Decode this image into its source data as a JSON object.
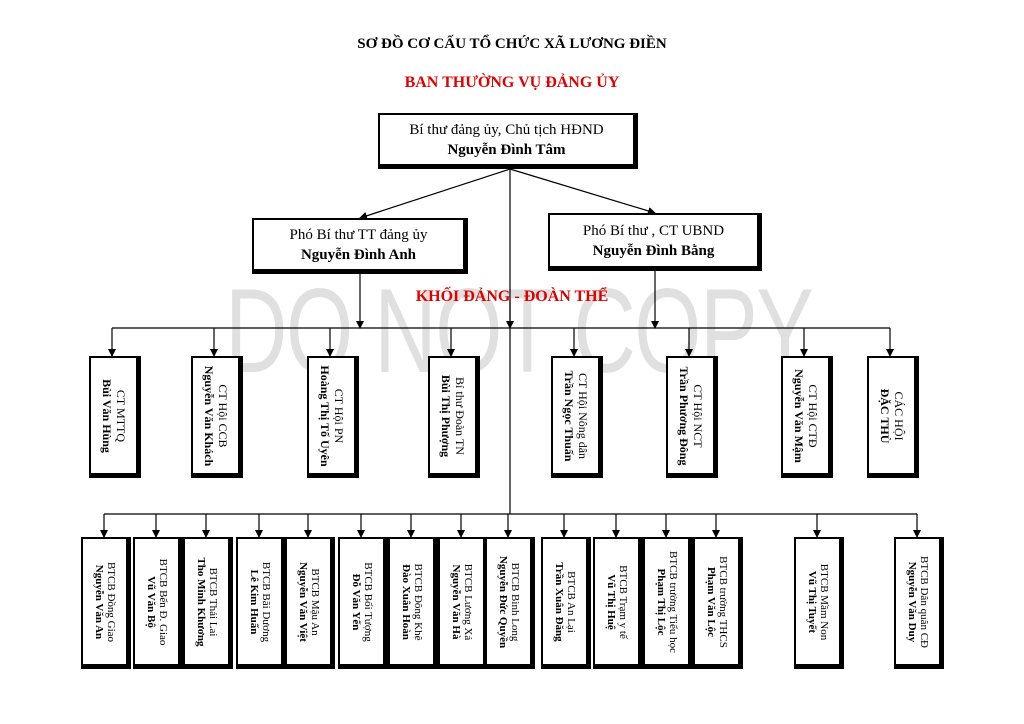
{
  "title": "SƠ ĐỒ CƠ CẤU TỔ CHỨC XÃ LƯƠNG ĐIỀN",
  "subtitle": "BAN THƯỜNG VỤ ĐẢNG ỦY",
  "section_label": "KHỐI ĐẢNG - ĐOÀN THỂ",
  "watermark": "DO NOT COPY",
  "top_box": {
    "role": "Bí thư đảng ủy, Chủ tịch HĐND",
    "name": "Nguyễn Đình Tâm"
  },
  "deputy_left": {
    "role": "Phó Bí thư TT đảng ủy",
    "name": "Nguyễn Đình Anh"
  },
  "deputy_right": {
    "role": "Phó Bí thư , CT UBND",
    "name": "Nguyễn Đình Bằng"
  },
  "unions": [
    {
      "role": "CT MTTQ",
      "name": "Bùi Văn Hùng"
    },
    {
      "role": "CT Hội CCB",
      "name": "Nguyễn Văn Khách"
    },
    {
      "role": "CT Hội PN",
      "name": "Hoàng Thị Tố Uyên"
    },
    {
      "role": "Bí thư Đoàn TN",
      "name": "Bùi Thị Phượng"
    },
    {
      "role": "CT Hội Nông dân",
      "name": "Trần Ngọc Thuấn"
    },
    {
      "role": "CT Hội NCT",
      "name": "Trần Phương Đông"
    },
    {
      "role": "CT Hội CTĐ",
      "name": "Nguyễn Văn Mậm"
    },
    {
      "role": "CÁC HỘI",
      "name": "ĐẶC THÙ"
    }
  ],
  "cells": [
    {
      "role": "BTCB Đồng Giao",
      "name": "Nguyễn Văn An"
    },
    {
      "role": "BTCB Bến Đ. Giao",
      "name": "Vũ Văn Bộ"
    },
    {
      "role": "BTCB Thái Lai",
      "name": "Tho Minh Khương"
    },
    {
      "role": "BTCB Bãi Dương",
      "name": "Lê Kim Huấn"
    },
    {
      "role": "BTCB Mậu An",
      "name": "Nguyễn Văn Việt"
    },
    {
      "role": "BTCB Bối Tượng",
      "name": "Đỗ Văn Yến"
    },
    {
      "role": "BTCB Đông Khê",
      "name": "Đào Xuân Hoàn"
    },
    {
      "role": "BTCB Lương Xá",
      "name": "Nguyễn Văn Hà"
    },
    {
      "role": "BTCB Bình Long",
      "name": "Nguyễn Đức Quyền"
    },
    {
      "role": "BTCB An Lại",
      "name": "Trần Xuân Đăng"
    },
    {
      "role": "BTCB Trạm y tế",
      "name": "Vũ Thị Huệ"
    },
    {
      "role": "BTCB trường Tiểu học",
      "name": "Phạm Thị Lộc"
    },
    {
      "role": "BTCB trường THCS",
      "name": "Phạm Văn Lộc"
    },
    {
      "role": "BTCB Mầm Non",
      "name": "Vũ Thị Tuyết"
    },
    {
      "role": "BTCB Dân quân CĐ",
      "name": "Nguyễn Văn Duy"
    }
  ]
}
